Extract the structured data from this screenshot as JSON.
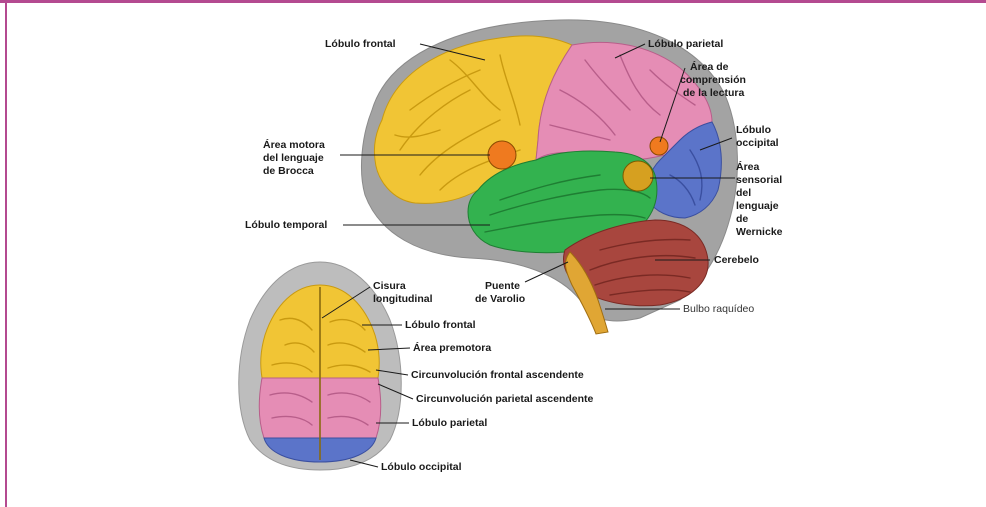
{
  "colors": {
    "frame": "#b44a90",
    "frontal": "#f1c535",
    "parietal": "#e58db5",
    "temporal": "#33b24f",
    "occipital": "#5b74c9",
    "cerebellum": "#a8463e",
    "skull": "#9b9b9b",
    "spot_orange": "#ef7a1f",
    "spot_gold": "#d6a020"
  },
  "lateral_labels": {
    "frontal": "Lóbulo frontal",
    "parietal": "Lóbulo parietal",
    "reading": [
      "Área de",
      "comprensión",
      "de la lectura"
    ],
    "occipital": [
      "Lóbulo",
      "occipital"
    ],
    "wernicke": [
      "Área",
      "sensorial",
      "del",
      "lenguaje",
      "de",
      "Wernicke"
    ],
    "broca": [
      "Área motora",
      "del lenguaje",
      "de Brocca"
    ],
    "temporal": "Lóbulo temporal",
    "pons": [
      "Puente",
      "de Varolio"
    ],
    "cerebellum": "Cerebelo",
    "medulla": "Bulbo raquídeo"
  },
  "top_labels": {
    "fissure": [
      "Cisura",
      "longitudinal"
    ],
    "frontal": "Lóbulo frontal",
    "premotor": "Área premotora",
    "frontal_gyrus": "Circunvolución frontal ascendente",
    "parietal_gyrus": "Circunvolución parietal ascendente",
    "parietal": "Lóbulo parietal",
    "occipital": "Lóbulo occipital"
  }
}
